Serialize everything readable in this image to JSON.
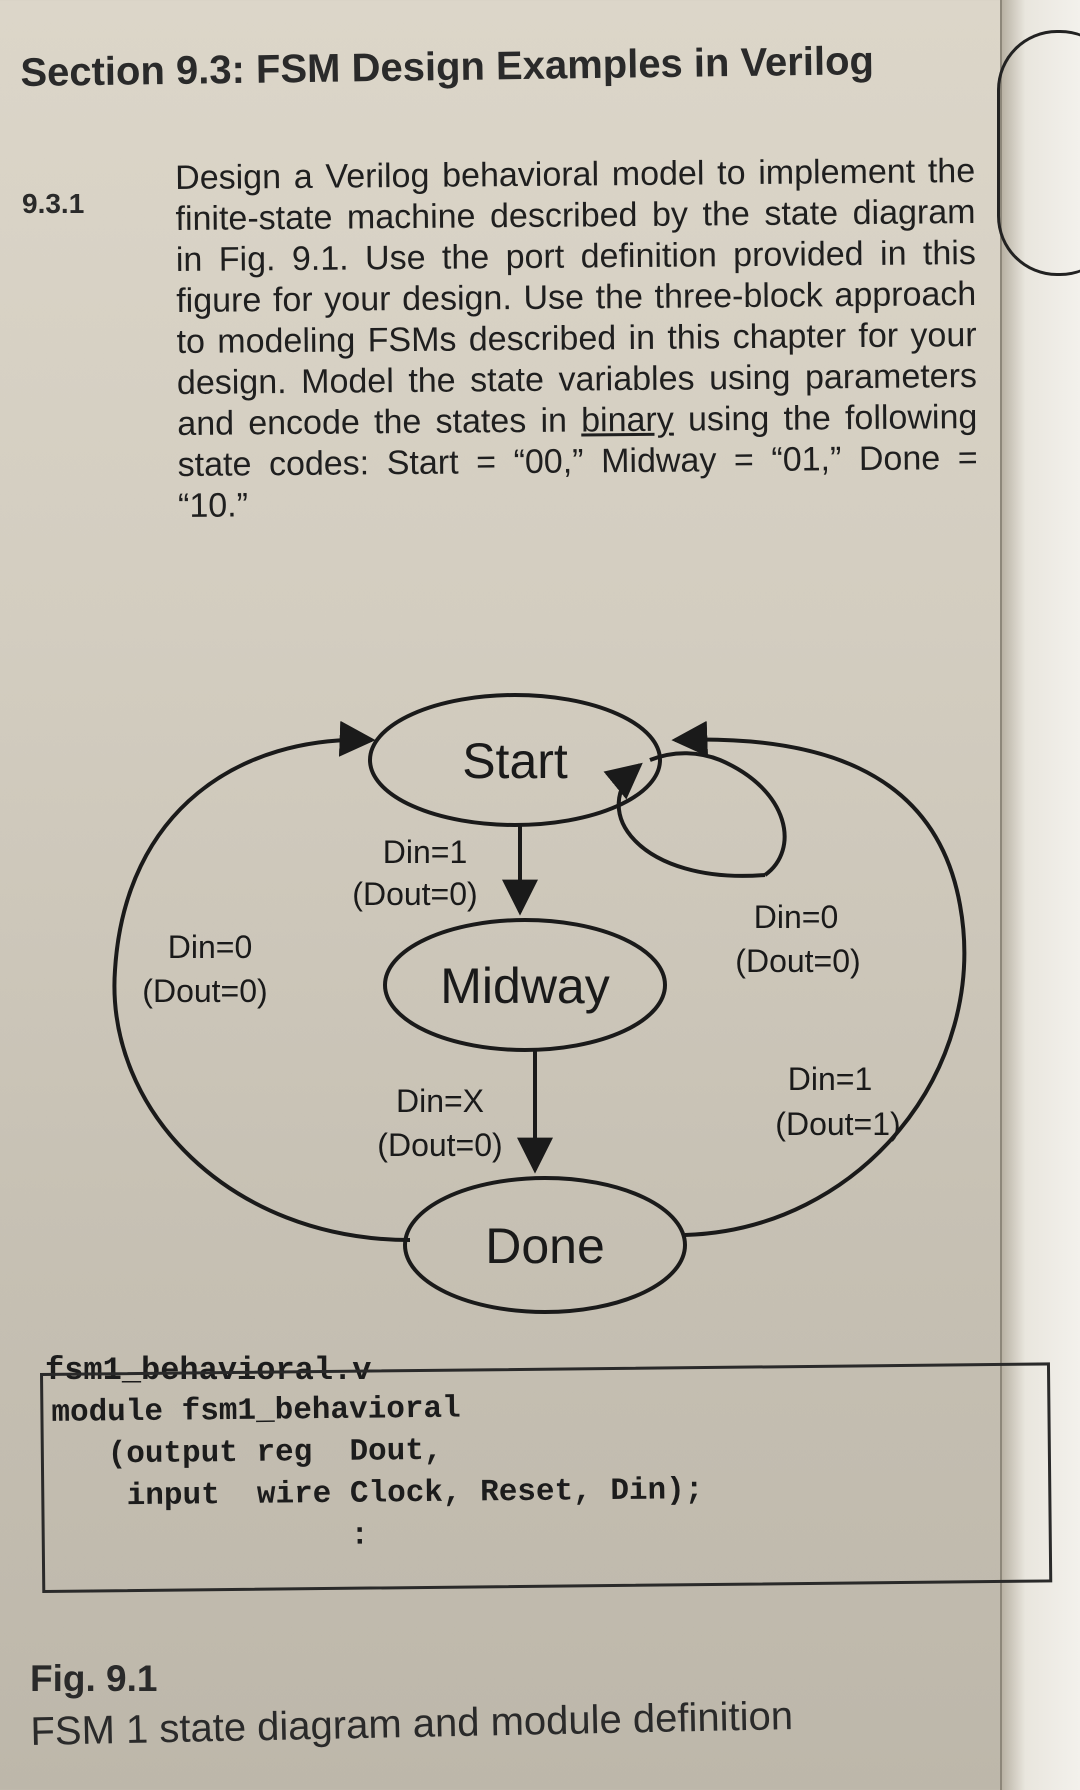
{
  "section": {
    "heading": "Section 9.3: FSM Design Examples in Verilog"
  },
  "exercise": {
    "number": "9.3.1",
    "text_before_underline": "Design a Verilog behavioral model to implement the finite-state machine described by the state diagram in Fig. 9.1. Use the port definition provided in this figure for your design. Use the three-block approach to modeling FSMs described in this chapter for your design. Model the state variables using parameters and encode the states in ",
    "underlined_word": "binary",
    "text_after_underline": " using the following state codes: Start = “00,” Midway = “01,” Done = “10.”"
  },
  "diagram": {
    "states": {
      "start": "Start",
      "midway": "Midway",
      "done": "Done"
    },
    "transitions": {
      "start_to_midway": {
        "condition": "Din=1",
        "output": "(Dout=0)"
      },
      "midway_to_done": {
        "condition": "Din=X",
        "output": "(Dout=0)"
      },
      "done_to_start_left": {
        "condition": "Din=0",
        "output": "(Dout=0)"
      },
      "start_self_loop": {
        "condition": "Din=0",
        "output": "(Dout=0)"
      },
      "done_to_start_right": {
        "condition": "Din=1",
        "output": "(Dout=1)"
      }
    }
  },
  "code": {
    "file_name": "fsm1_behavioral.v",
    "lines": [
      "module fsm1_behavioral",
      "   (output reg  Dout,",
      "    input  wire Clock, Reset, Din);",
      "                :"
    ]
  },
  "figure": {
    "title": "Fig. 9.1",
    "caption": "FSM 1 state diagram and module definition"
  }
}
